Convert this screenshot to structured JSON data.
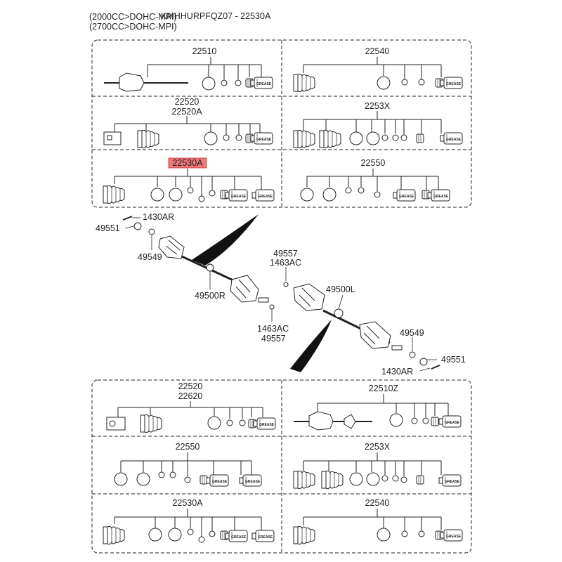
{
  "header": {
    "engine_line1": "(2000CC>DOHC-MPI)",
    "engine_line2": "(2700CC>DOHC-MPI)",
    "overlay_code": "KMHHURPFQZ07 - 22530A"
  },
  "top_panel": {
    "kit_22510": "22510",
    "kit_22540": "22540",
    "kit_22520": "22520",
    "kit_22520a": "22520A",
    "kit_2253x": "2253X",
    "kit_22530a_highlight": "22530A",
    "kit_22550": "22550"
  },
  "center": {
    "p_1430ar_left": "1430AR",
    "p_49551_left": "49551",
    "p_49549_left": "49549",
    "p_49500r": "49500R",
    "p_1463ac_bottom": "1463AC",
    "p_49557_bottom": "49557",
    "p_49557_top": "49557",
    "p_1463ac_top": "1463AC",
    "p_49500l": "49500L",
    "p_49549_right": "49549",
    "p_49551_right": "49551",
    "p_1430ar_right": "1430AR"
  },
  "bottom_panel": {
    "kit_22520": "22520",
    "kit_22620": "22620",
    "kit_22510z": "22510Z",
    "kit_22550": "22550",
    "kit_2253x": "2253X",
    "kit_22530a": "22530A",
    "kit_22540": "22540"
  },
  "grease_label": "GREASE",
  "colors": {
    "highlight": "#ef7777",
    "line": "#222222"
  }
}
